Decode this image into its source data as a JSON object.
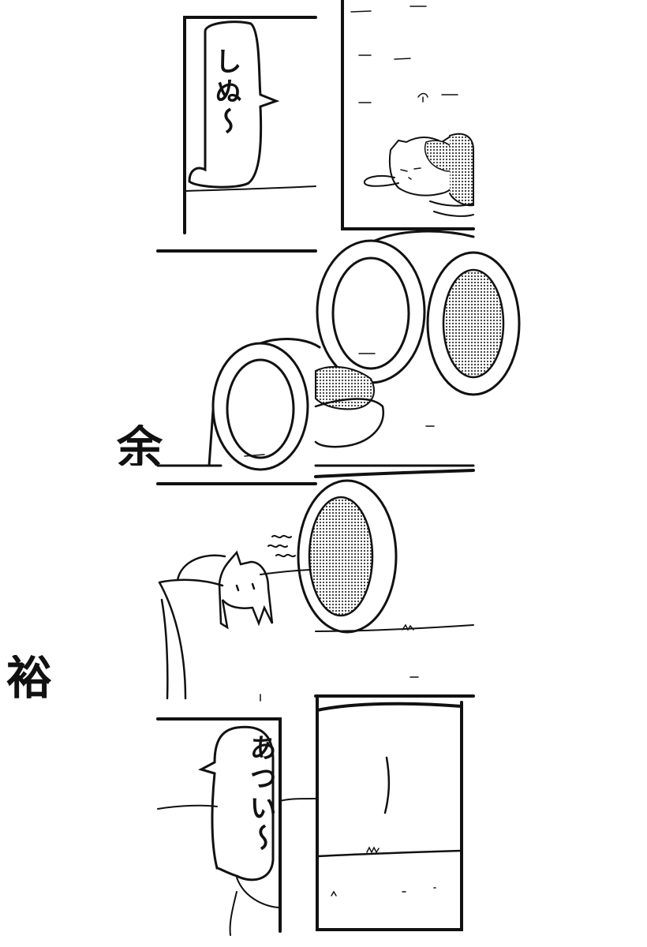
{
  "comic": {
    "speech_top": "しぬ〜",
    "speech_bottom": "あつい〜",
    "side_text_upper": "余",
    "side_text_lower": "裕"
  },
  "colors": {
    "ink": "#111111",
    "paper": "#ffffff",
    "tone": "#9a9a9a"
  }
}
